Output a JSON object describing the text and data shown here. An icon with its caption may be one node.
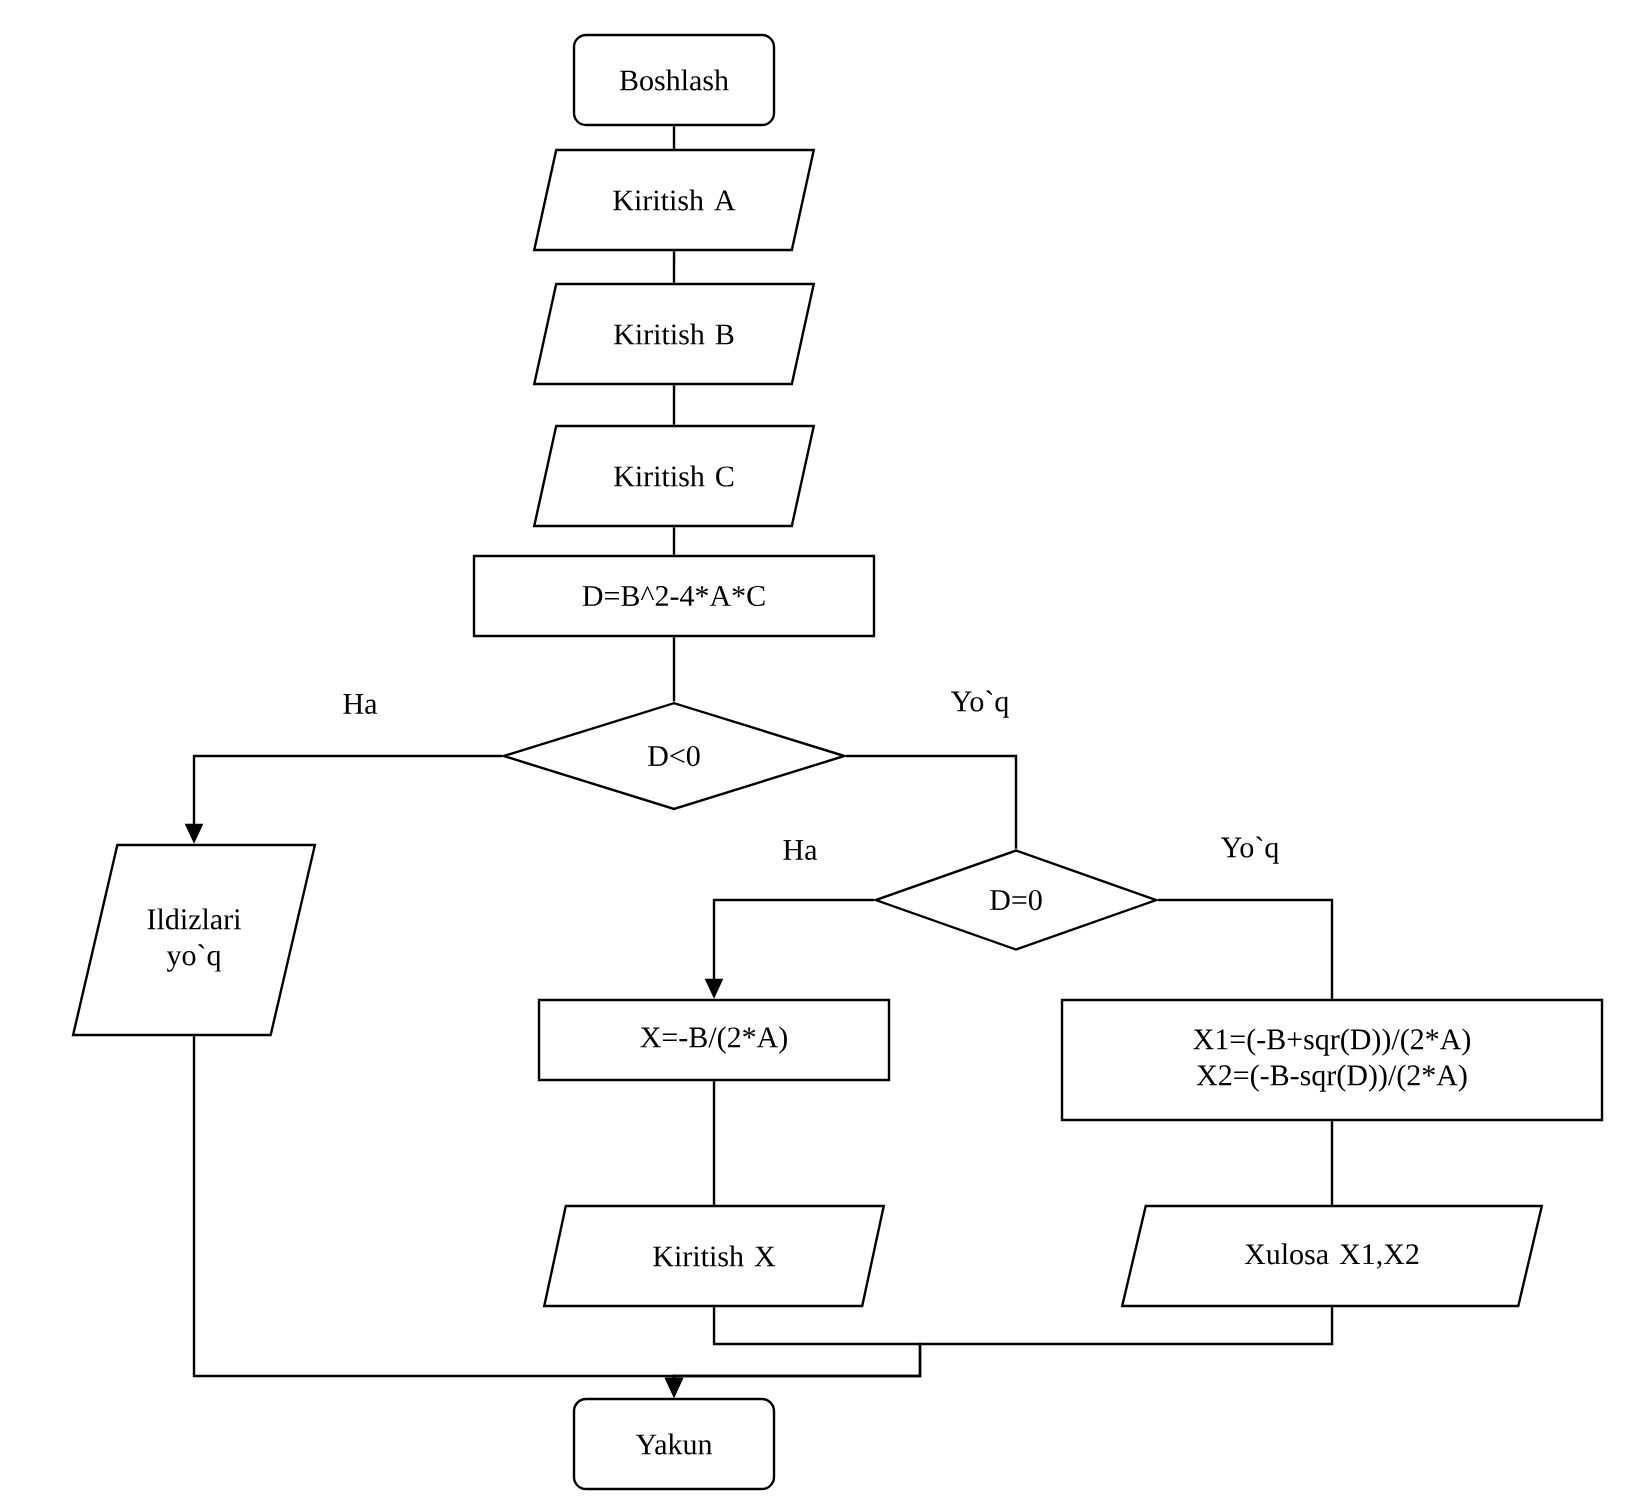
{
  "diagram": {
    "nodes": [
      {
        "text": [
          "Boshlash"
        ]
      },
      {
        "text": [
          "Kiritish A"
        ]
      },
      {
        "text": [
          "Kiritish B"
        ]
      },
      {
        "text": [
          "Kiritish C"
        ]
      },
      {
        "text": [
          "D=B^2-4*A*C"
        ]
      },
      {
        "text": [
          "D<0"
        ]
      },
      {
        "text": [
          "Ildizlari yo`q"
        ]
      },
      {
        "text": [
          "D=0"
        ]
      },
      {
        "text": [
          "X=-B/(2*A)"
        ]
      },
      {
        "text": [
          "X1=(-B+sqr(D))/(2*A) X2=(-B-sqr(D))/(2*A)"
        ]
      },
      {
        "text": [
          "Kiritish X"
        ]
      },
      {
        "text": [
          "Xulosa X1,X2"
        ]
      },
      {
        "text": [
          "Yakun"
        ]
      }
    ],
    "edges": [
      {
        "from": 0,
        "to": 1,
        "arrow": "none"
      },
      {
        "from": 1,
        "to": 2,
        "arrow": "none"
      },
      {
        "from": 2,
        "to": 3,
        "arrow": "none"
      },
      {
        "from": 3,
        "to": 4,
        "arrow": "none"
      },
      {
        "from": 4,
        "to": 5,
        "arrow": "none"
      },
      {
        "from": 5,
        "to": 6,
        "arrow": "to",
        "label": "Ha"
      },
      {
        "from": 5,
        "to": 7,
        "arrow": "none",
        "label": "Yo`q"
      },
      {
        "from": 7,
        "to": 8,
        "arrow": "to",
        "label": "Ha"
      },
      {
        "from": 7,
        "to": 9,
        "arrow": "none",
        "label": "Yo`q"
      },
      {
        "from": 8,
        "to": 10,
        "arrow": "none"
      },
      {
        "from": 9,
        "to": 11,
        "arrow": "none"
      },
      {
        "from": 10,
        "to": 12,
        "arrow": "to"
      },
      {
        "from": 11,
        "to": 12,
        "arrow": "to"
      },
      {
        "from": 6,
        "to": 12,
        "arrow": "to"
      }
    ]
  }
}
